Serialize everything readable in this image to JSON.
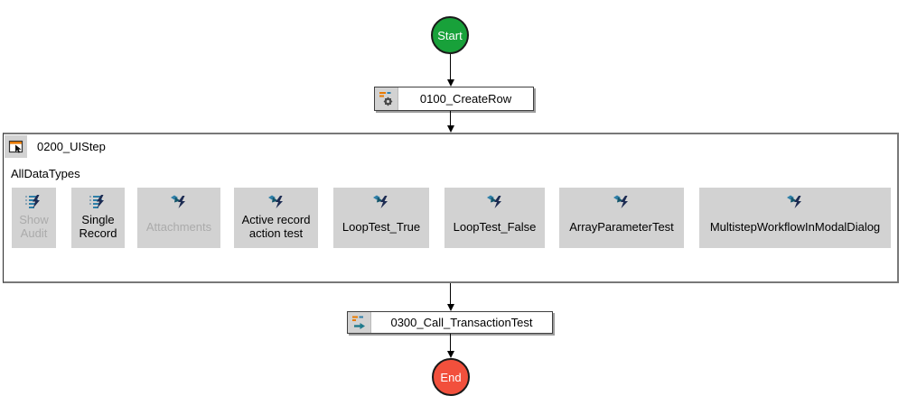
{
  "flow": {
    "start_label": "Start",
    "end_label": "End",
    "step_0100_label": "0100_CreateRow",
    "step_0200_title": "0200_UIStep",
    "step_0200_sublabel": "AllDataTypes",
    "step_0300_label": "0300_Call_TransactionTest"
  },
  "step2_buttons": [
    {
      "label": "Show Audit",
      "icon": "list-lightning-icon",
      "enabled": false
    },
    {
      "label": "Single Record",
      "icon": "list-lightning-icon",
      "enabled": true
    },
    {
      "label": "Attachments",
      "icon": "action-lightning-icon",
      "enabled": false
    },
    {
      "label": "Active record action test",
      "icon": "action-lightning-icon",
      "enabled": true
    },
    {
      "label": "LoopTest_True",
      "icon": "action-lightning-icon",
      "enabled": true
    },
    {
      "label": "LoopTest_False",
      "icon": "action-lightning-icon",
      "enabled": true
    },
    {
      "label": "ArrayParameterTest",
      "icon": "action-lightning-icon",
      "enabled": true
    },
    {
      "label": "MultistepWorkflowInModalDialog",
      "icon": "action-lightning-icon",
      "enabled": true
    }
  ],
  "icons": {
    "step_0100": "gear-create-row-icon",
    "step_0200": "window-cursor-icon",
    "step_0300": "call-arrow-icon"
  },
  "colors": {
    "start_fill": "#18A13A",
    "end_fill": "#F2503C",
    "button_bg": "#D2D2D2",
    "disabled_text": "#ABABAB",
    "icon_navy": "#1C2B52",
    "icon_teal": "#2E7FA8",
    "icon_dark_teal": "#1F7A8C",
    "icon_orange": "#E87A00",
    "connector": "#000000",
    "box_shadow": "#9C9C9C"
  }
}
